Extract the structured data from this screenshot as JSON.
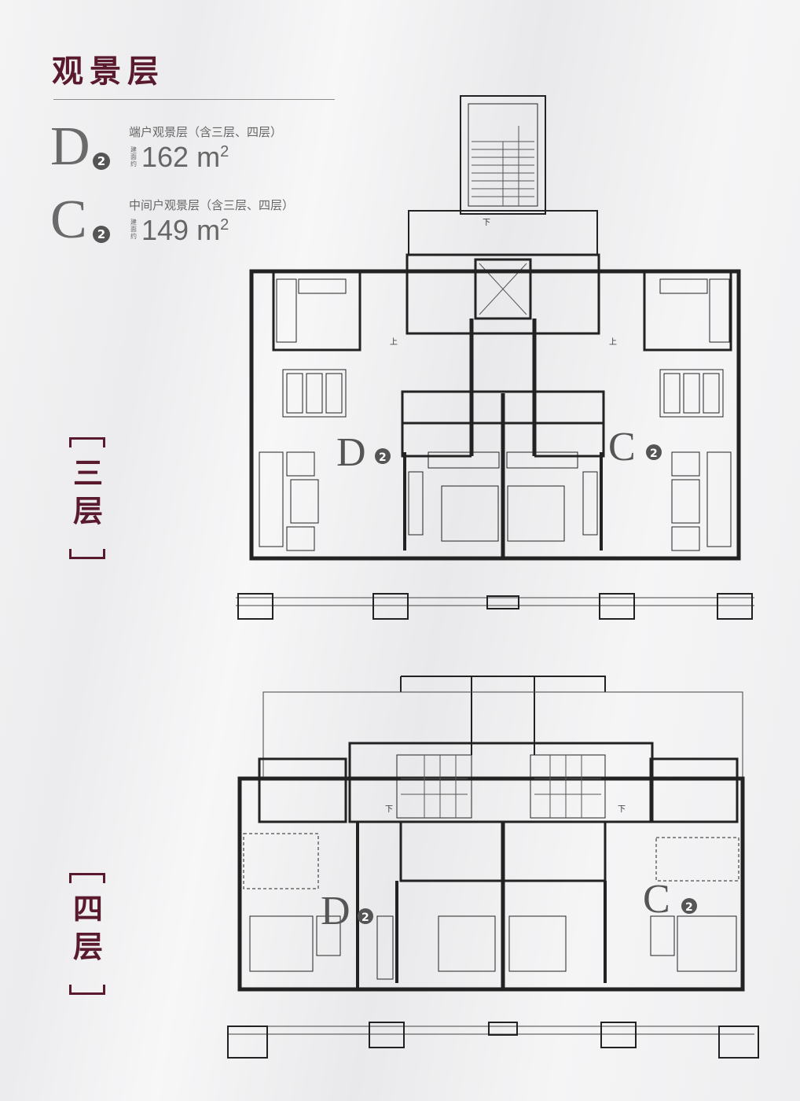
{
  "title": "观景层",
  "units": [
    {
      "letter": "D",
      "num": "2",
      "desc": "端户观景层（含三层、四层）",
      "small": "建面约",
      "area": "162",
      "unit": "m",
      "sup": "2"
    },
    {
      "letter": "C",
      "num": "2",
      "desc": "中间户观景层（含三层、四层）",
      "small": "建面约",
      "area": "149",
      "unit": "m",
      "sup": "2"
    }
  ],
  "floors": [
    {
      "label": "三层"
    },
    {
      "label": "四层"
    }
  ],
  "plan_labels": {
    "up": "上",
    "down": "下",
    "d": "D",
    "c": "C",
    "num": "2"
  },
  "colors": {
    "accent": "#5a1a2e",
    "text": "#666666"
  }
}
